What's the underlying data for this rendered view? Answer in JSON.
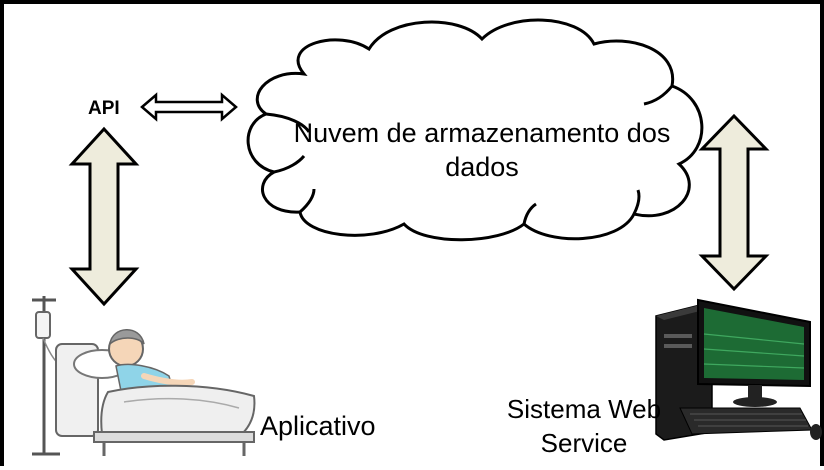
{
  "diagram": {
    "api_label": "API",
    "cloud_label": "Nuvem de armazenamento dos dados",
    "app_label": "Aplicativo",
    "web_label": "Sistema Web Service",
    "colors": {
      "border": "#000000",
      "arrow_fill": "#eeecdc",
      "cloud_fill": "#ffffff",
      "stroke": "#000000"
    },
    "icons": [
      "patient-in-bed-icon",
      "desktop-computer-icon"
    ]
  }
}
